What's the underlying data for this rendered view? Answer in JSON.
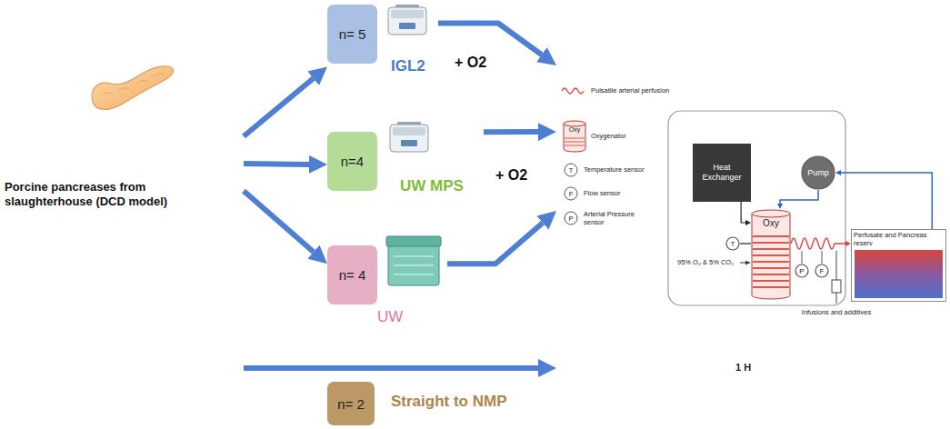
{
  "diagram": {
    "nodes": [
      {
        "text": [
          "Porcine pancreases from slaughterhouse (DCD model)"
        ]
      },
      {
        "text": [
          "n= 5",
          "IGL2"
        ]
      },
      {
        "text": [
          "n=4",
          "UW MPS"
        ]
      },
      {
        "text": [
          "n= 4",
          "UW"
        ]
      },
      {
        "text": [
          "n= 2",
          "Straight to NMP"
        ]
      },
      {
        "text": [
          "1 H"
        ]
      },
      {
        "text": [
          "Heat Exchanger"
        ],
        "in": 5
      },
      {
        "text": [
          "Pump"
        ],
        "in": 5
      },
      {
        "text": [
          "Oxy"
        ],
        "in": 5
      },
      {
        "text": [
          "T"
        ],
        "in": 5
      },
      {
        "text": [
          "P"
        ],
        "in": 5
      },
      {
        "text": [
          "F"
        ],
        "in": 5
      },
      {
        "text": [
          "Perfusate and Pancreas reserv"
        ],
        "in": 5
      }
    ],
    "edges": [
      {
        "from": 0,
        "to": 1,
        "arrow": "to"
      },
      {
        "from": 0,
        "to": 2,
        "arrow": "to"
      },
      {
        "from": 0,
        "to": 3,
        "arrow": "to"
      },
      {
        "from": 0,
        "to": 5,
        "arrow": "to"
      },
      {
        "from": 1,
        "to": 5,
        "arrow": "to"
      },
      {
        "from": 2,
        "to": 5,
        "arrow": "to"
      },
      {
        "from": 3,
        "to": 5,
        "arrow": "to"
      },
      {
        "from": 7,
        "to": 8,
        "arrow": "to"
      },
      {
        "from": 6,
        "to": 8,
        "arrow": "to"
      },
      {
        "from": 9,
        "to": 8,
        "arrow": "none"
      },
      {
        "from": 8,
        "to": 12,
        "arrow": "to"
      },
      {
        "from": 12,
        "to": 7,
        "arrow": "to"
      }
    ],
    "labels": [
      "+ O2",
      "+ O2",
      "Oxy",
      "T",
      "F",
      "P",
      "95% O₂ & 5% CO₂",
      "Infusions and additives"
    ],
    "legend": [
      {
        "text": "Pulsatile arterial perfusion"
      },
      {
        "text": "Oxygenator"
      },
      {
        "text": "Temperature sensor"
      },
      {
        "text": "Flow sensor"
      },
      {
        "text": "Arterial Pressure sensor"
      }
    ]
  }
}
